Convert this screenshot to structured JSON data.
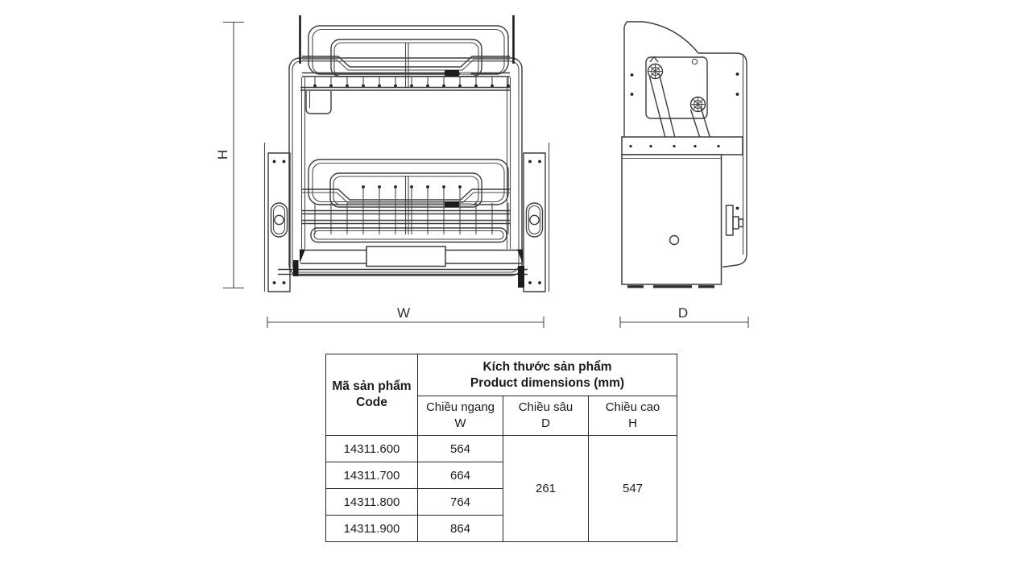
{
  "page": {
    "background": "#ffffff"
  },
  "drawing": {
    "line_color": "#3b3b3b",
    "dimension_labels": {
      "height": "H",
      "width": "W",
      "depth": "D"
    }
  },
  "table": {
    "border_color": "#262626",
    "col1_header": {
      "line1": "Mã sản phẩm",
      "line2": "Code"
    },
    "group_header": {
      "line1": "Kích thước sản phẩm",
      "line2": "Product dimensions (mm)"
    },
    "sub_headers": {
      "w": {
        "line1": "Chiều ngang",
        "line2": "W"
      },
      "d": {
        "line1": "Chiều sâu",
        "line2": "D"
      },
      "h": {
        "line1": "Chiều cao",
        "line2": "H"
      }
    },
    "rows": [
      {
        "code": "14311.600",
        "w": "564"
      },
      {
        "code": "14311.700",
        "w": "664"
      },
      {
        "code": "14311.800",
        "w": "764"
      },
      {
        "code": "14311.900",
        "w": "864"
      }
    ],
    "merged": {
      "d": "261",
      "h": "547"
    }
  }
}
